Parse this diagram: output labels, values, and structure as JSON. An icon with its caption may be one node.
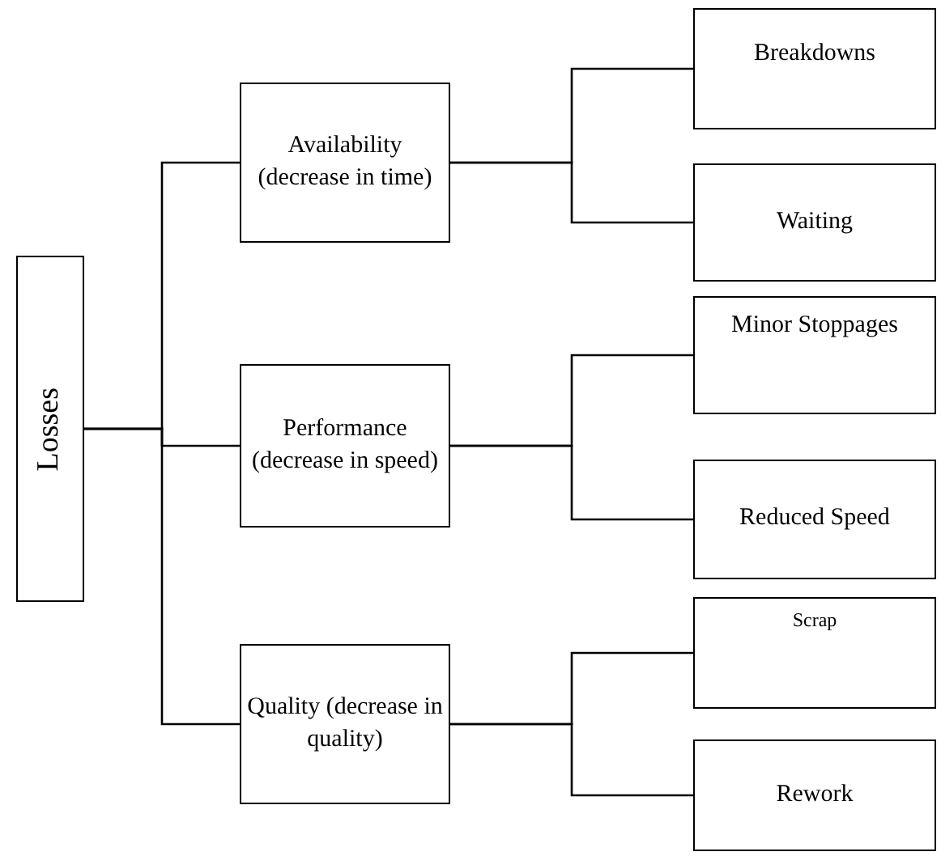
{
  "diagram": {
    "nodes": [
      {
        "text": [
          "Losses"
        ]
      },
      {
        "text": [
          "Availability (decrease in time)"
        ]
      },
      {
        "text": [
          "Performance (decrease in speed)"
        ]
      },
      {
        "text": [
          "Quality (decrease in quality)"
        ]
      },
      {
        "text": [
          "Breakdowns"
        ]
      },
      {
        "text": [
          "Waiting"
        ]
      },
      {
        "text": [
          "Minor Stoppages"
        ]
      },
      {
        "text": [
          "Reduced Speed"
        ]
      },
      {
        "text": [
          "Scrap"
        ]
      },
      {
        "text": [
          "Rework"
        ]
      }
    ],
    "edges": [
      {
        "from": 0,
        "to": 1,
        "arrow": "none"
      },
      {
        "from": 0,
        "to": 2,
        "arrow": "none"
      },
      {
        "from": 0,
        "to": 3,
        "arrow": "none"
      },
      {
        "from": 1,
        "to": 4,
        "arrow": "none"
      },
      {
        "from": 1,
        "to": 5,
        "arrow": "none"
      },
      {
        "from": 2,
        "to": 6,
        "arrow": "none"
      },
      {
        "from": 2,
        "to": 7,
        "arrow": "none"
      },
      {
        "from": 3,
        "to": 8,
        "arrow": "none"
      },
      {
        "from": 3,
        "to": 9,
        "arrow": "none"
      }
    ]
  }
}
